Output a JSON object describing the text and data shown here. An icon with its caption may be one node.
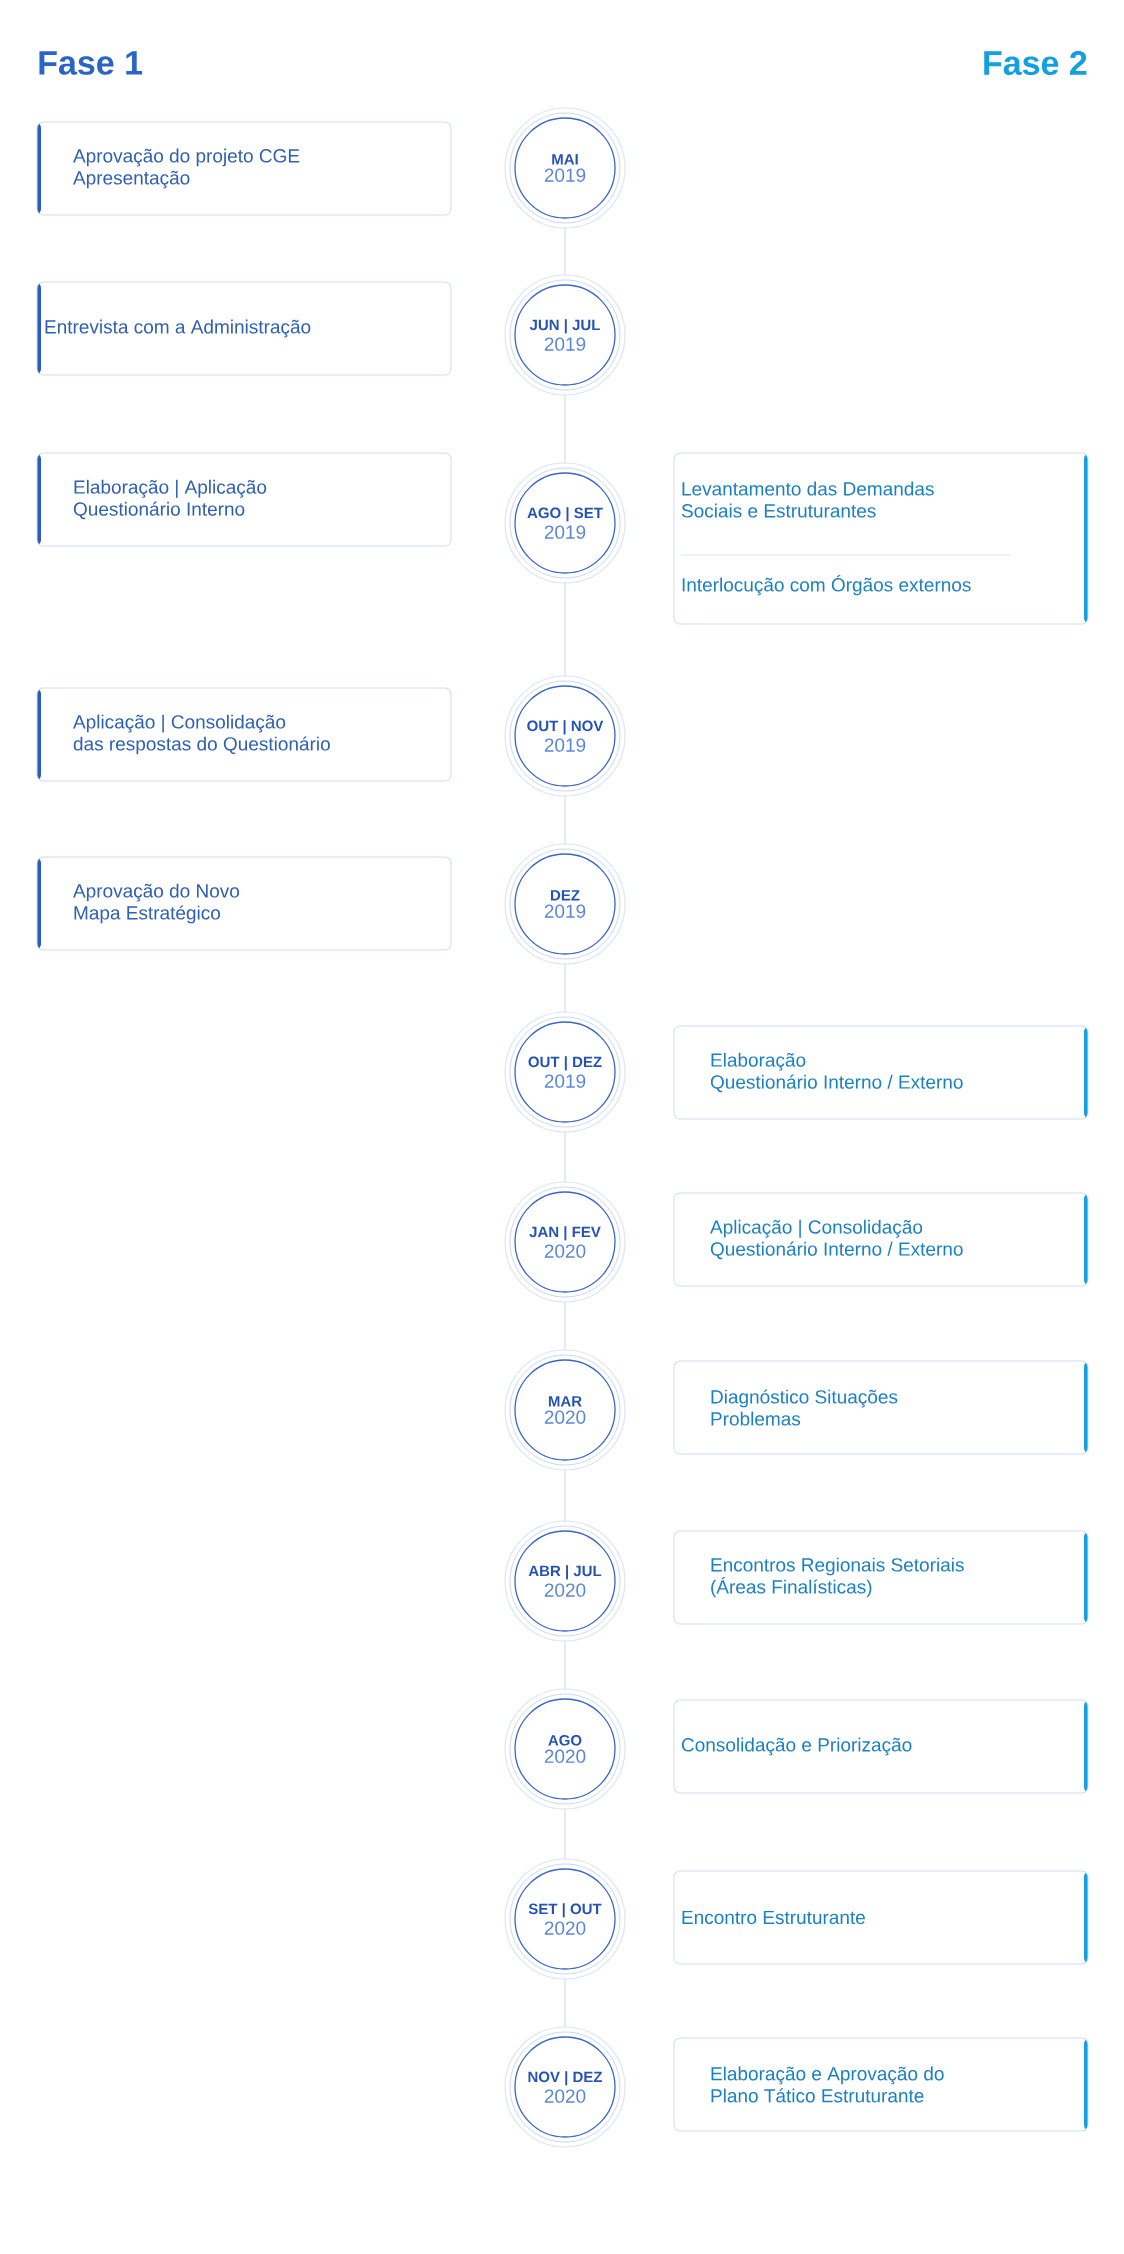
{
  "diagram": {
    "nodes": [
      {
        "text": [
          "Aprovação do projeto CGE Apresentação"
        ]
      },
      {
        "text": [
          "MAI",
          "2019"
        ]
      },
      {
        "text": [
          "Entrevista com a Administração"
        ]
      },
      {
        "text": [
          "JUN | JUL",
          "2019"
        ]
      },
      {
        "text": [
          "Elaboração | Aplicação Questionário Interno"
        ]
      },
      {
        "text": [
          "AGO | SET",
          "2019"
        ]
      },
      {
        "text": [
          "Levantamento das Demandas Sociais e Estruturantes",
          "Interlocução com Órgãos externos"
        ]
      },
      {
        "text": [
          "Aplicação | Consolidação das respostas do Questionário"
        ]
      },
      {
        "text": [
          "OUT | NOV",
          "2019"
        ]
      },
      {
        "text": [
          "Aprovação do Novo Mapa Estratégico"
        ]
      },
      {
        "text": [
          "DEZ",
          "2019"
        ]
      },
      {
        "text": [
          "OUT | DEZ",
          "2019"
        ]
      },
      {
        "text": [
          "Elaboração Questionário Interno / Externo"
        ]
      },
      {
        "text": [
          "JAN | FEV",
          "2020"
        ]
      },
      {
        "text": [
          "Aplicação | Consolidação Questionário Interno / Externo"
        ]
      },
      {
        "text": [
          "MAR",
          "2020"
        ]
      },
      {
        "text": [
          "Diagnóstico Situações Problemas"
        ]
      },
      {
        "text": [
          "ABR | JUL",
          "2020"
        ]
      },
      {
        "text": [
          "Encontros Regionais Setoriais (Áreas Finalísticas)"
        ]
      },
      {
        "text": [
          "AGO",
          "2020"
        ]
      },
      {
        "text": [
          "Consolidação e Priorização"
        ]
      },
      {
        "text": [
          "SET | OUT",
          "2020"
        ]
      },
      {
        "text": [
          "Encontro Estruturante"
        ]
      },
      {
        "text": [
          "NOV | DEZ",
          "2020"
        ]
      },
      {
        "text": [
          "Elaboração e Aprovação do Plano Tático Estruturante"
        ]
      }
    ],
    "edges": [
      {
        "from": 1,
        "to": 3,
        "arrow": "none"
      },
      {
        "from": 3,
        "to": 5,
        "arrow": "none"
      },
      {
        "from": 5,
        "to": 8,
        "arrow": "none"
      },
      {
        "from": 8,
        "to": 10,
        "arrow": "none"
      },
      {
        "from": 10,
        "to": 11,
        "arrow": "none"
      },
      {
        "from": 11,
        "to": 13,
        "arrow": "none"
      },
      {
        "from": 13,
        "to": 15,
        "arrow": "none"
      },
      {
        "from": 15,
        "to": 17,
        "arrow": "none"
      },
      {
        "from": 17,
        "to": 19,
        "arrow": "none"
      },
      {
        "from": 19,
        "to": 21,
        "arrow": "none"
      },
      {
        "from": 21,
        "to": 23,
        "arrow": "none"
      }
    ],
    "labels": [
      "Fase 1",
      "Fase 2"
    ]
  }
}
